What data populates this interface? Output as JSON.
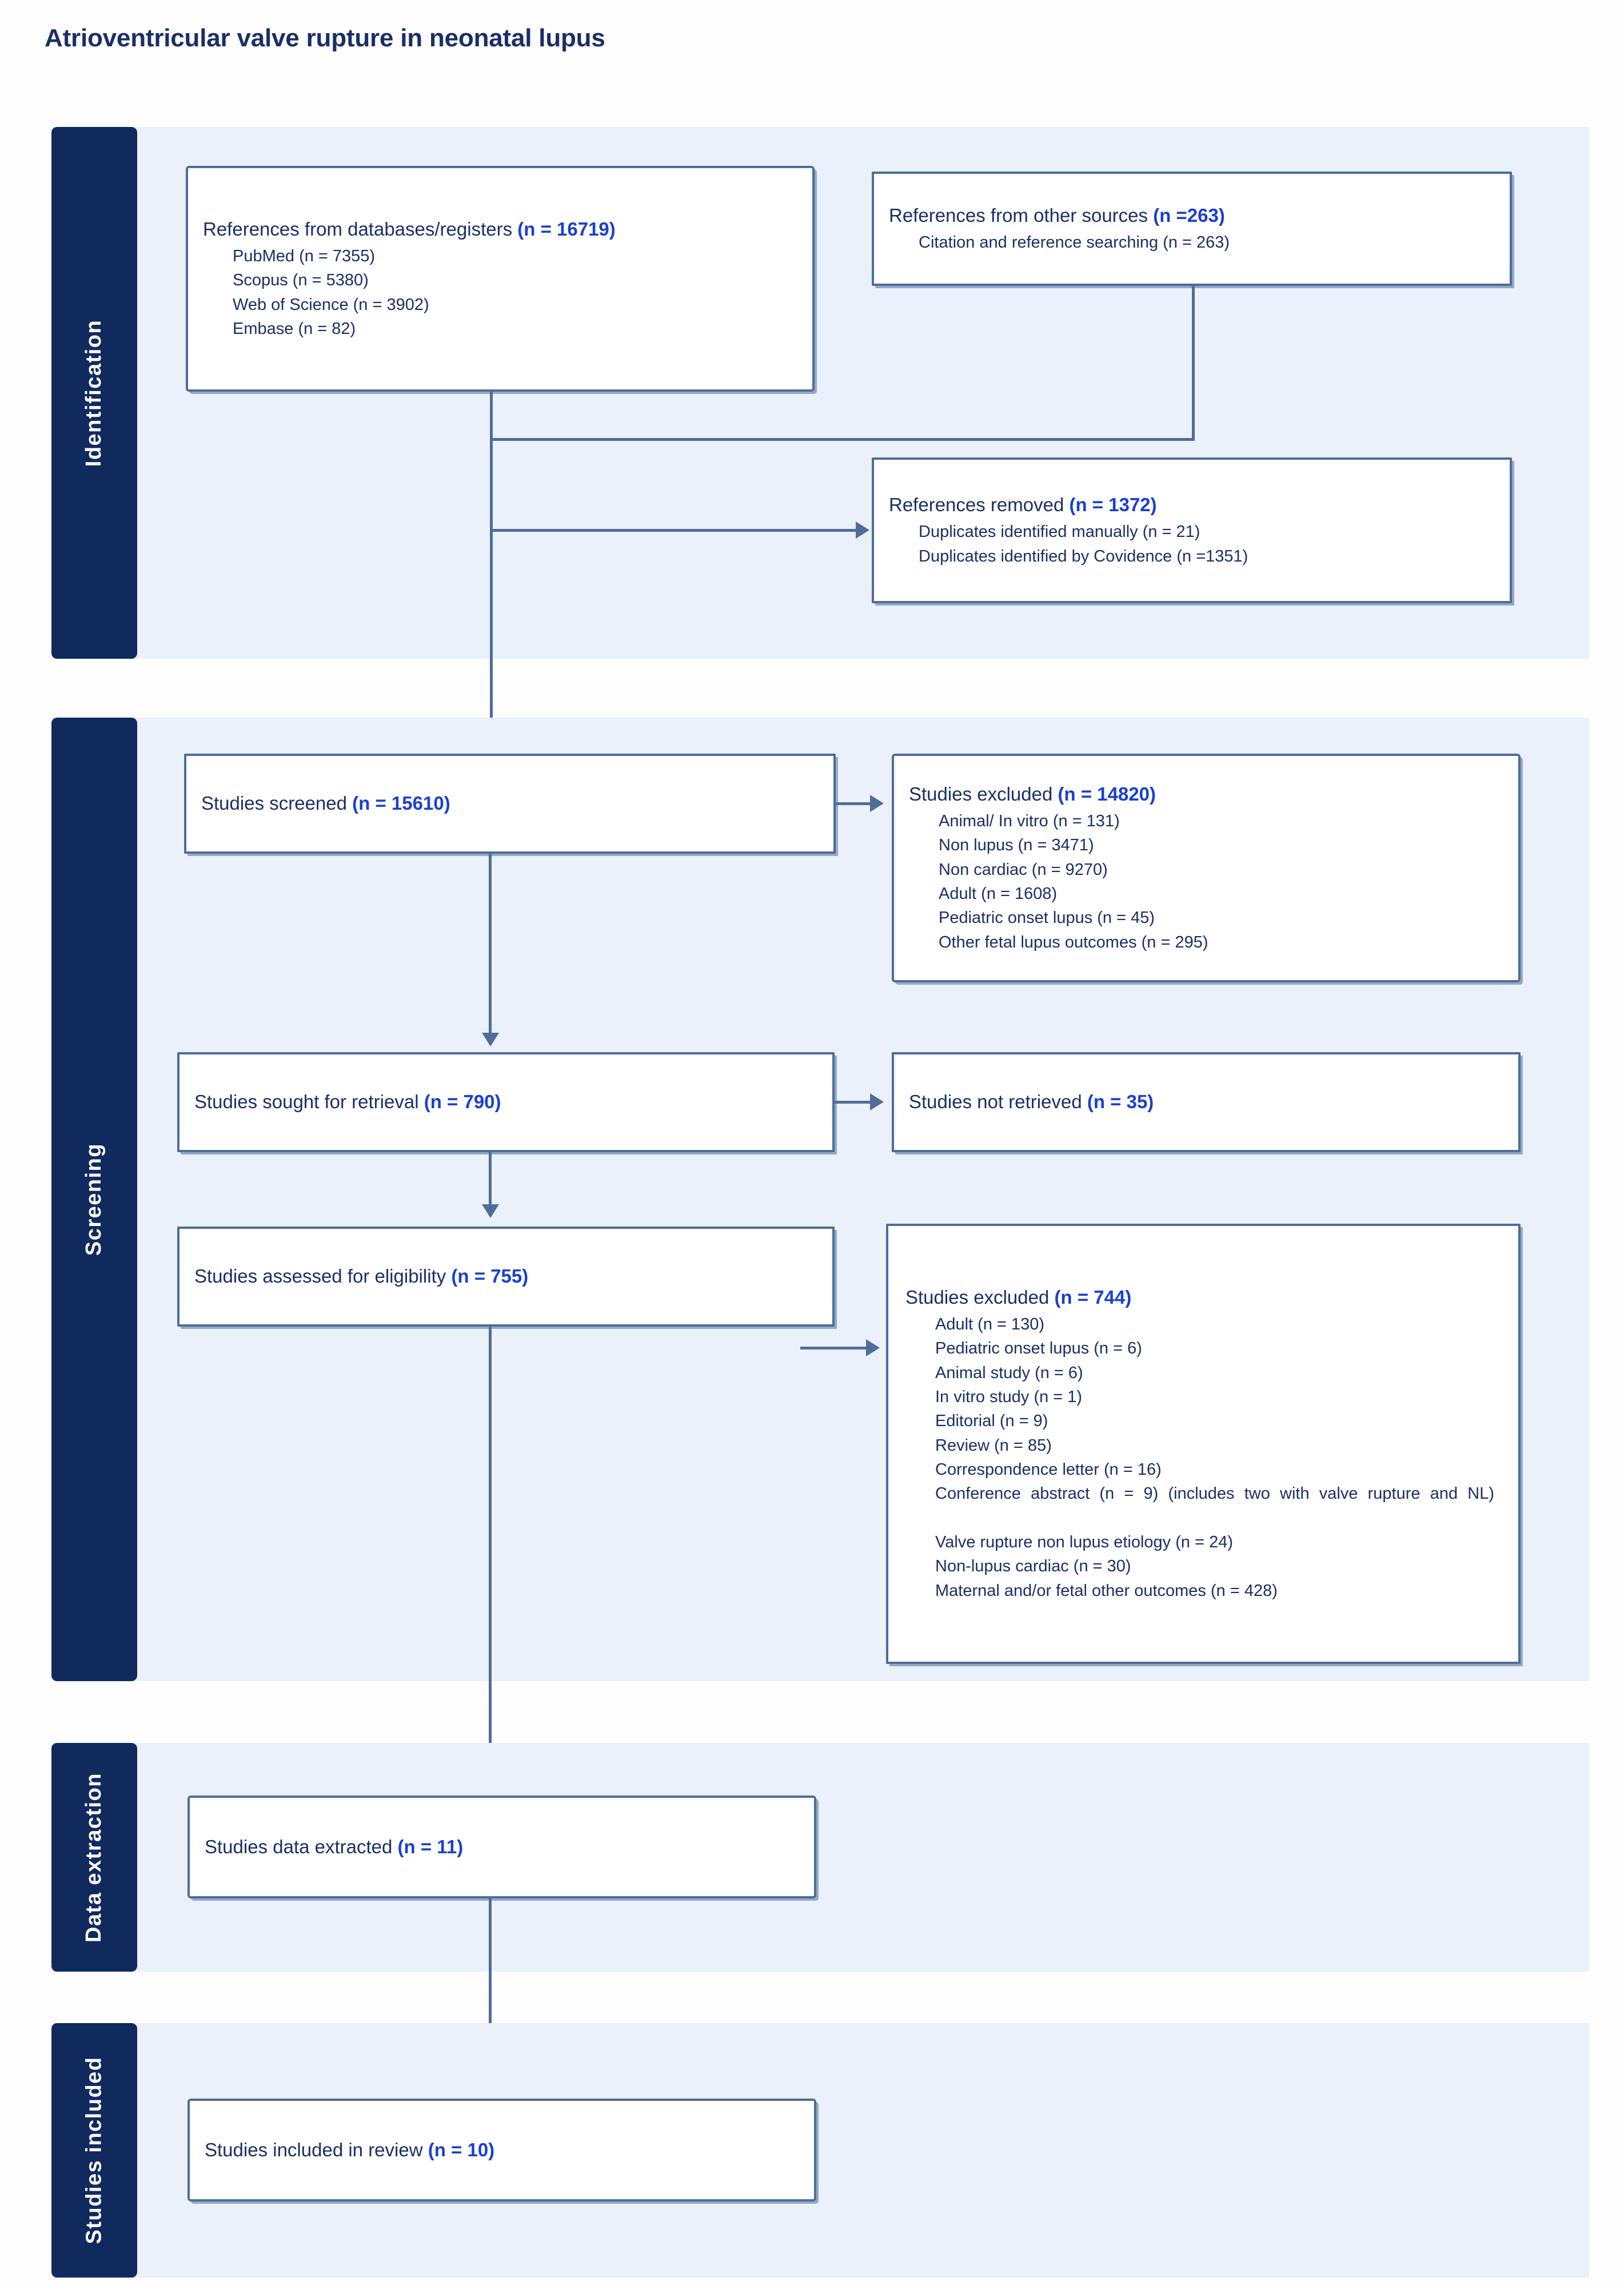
{
  "title": "Atrioventricular valve rupture in neonatal lupus",
  "colors": {
    "sidebar_navy": "#102a5e",
    "band_background": "#eaf1fb",
    "box_border": "#4e6d99",
    "label_text": "#1b2f66",
    "count_accent": "#1a3fd0"
  },
  "stages": [
    {
      "id": "identification",
      "label": "Identification"
    },
    {
      "id": "screening",
      "label": "Screening"
    },
    {
      "id": "data-extraction",
      "label": "Data extraction"
    },
    {
      "id": "studies-included",
      "label": "Studies included"
    }
  ],
  "boxes": {
    "databases": {
      "header_label": "References from databases/registers ",
      "header_count": "(n = 16719)",
      "items": [
        "PubMed (n = 7355)",
        "Scopus (n = 5380)",
        "Web of Science (n = 3902)",
        "Embase (n = 82)"
      ]
    },
    "other_sources": {
      "header_label": "References from other sources ",
      "header_count": "(n =263)",
      "items": [
        "Citation and reference searching (n = 263)"
      ]
    },
    "references_removed": {
      "header_label": "References removed ",
      "header_count": "(n = 1372)",
      "items": [
        "Duplicates identified manually (n = 21)",
        "Duplicates identified by Covidence (n =1351)"
      ]
    },
    "studies_screened": {
      "header_label": "Studies screened ",
      "header_count": "(n = 15610)",
      "items": []
    },
    "screened_excluded": {
      "header_label": "Studies excluded ",
      "header_count": "(n = 14820)",
      "items": [
        "Animal/ In vitro  (n = 131)",
        "Non lupus (n = 3471)",
        "Non cardiac (n = 9270)",
        "Adult (n = 1608)",
        "Pediatric onset lupus (n = 45)",
        "Other fetal lupus outcomes (n = 295)"
      ]
    },
    "sought_retrieval": {
      "header_label": "Studies sought for retrieval ",
      "header_count": "(n = 790)",
      "items": []
    },
    "not_retrieved": {
      "header_label": "Studies not retrieved ",
      "header_count": "(n = 35)",
      "items": []
    },
    "assessed_eligibility": {
      "header_label": "Studies assessed for eligibility ",
      "header_count": "(n = 755)",
      "items": []
    },
    "eligibility_excluded": {
      "header_label": "Studies excluded ",
      "header_count": "(n = 744)",
      "items": [
        "Adult  (n = 130)",
        "Pediatric onset lupus (n = 6)",
        "Animal study (n = 6)",
        "In vitro study (n = 1)",
        "Editorial (n = 9)",
        "Review  (n = 85)",
        "Correspondence letter (n = 16)",
        "Conference abstract (n = 9) (includes two with valve rupture and NL)",
        "Valve rupture non lupus etiology (n = 24)",
        "Non-lupus cardiac (n = 30)",
        "Maternal and/or fetal other outcomes  (n = 428)"
      ]
    },
    "data_extracted": {
      "header_label": "Studies data extracted ",
      "header_count": "(n = 11)",
      "items": []
    },
    "included_in_review": {
      "header_label": "Studies included in review ",
      "header_count": "(n = 10)",
      "items": []
    }
  }
}
